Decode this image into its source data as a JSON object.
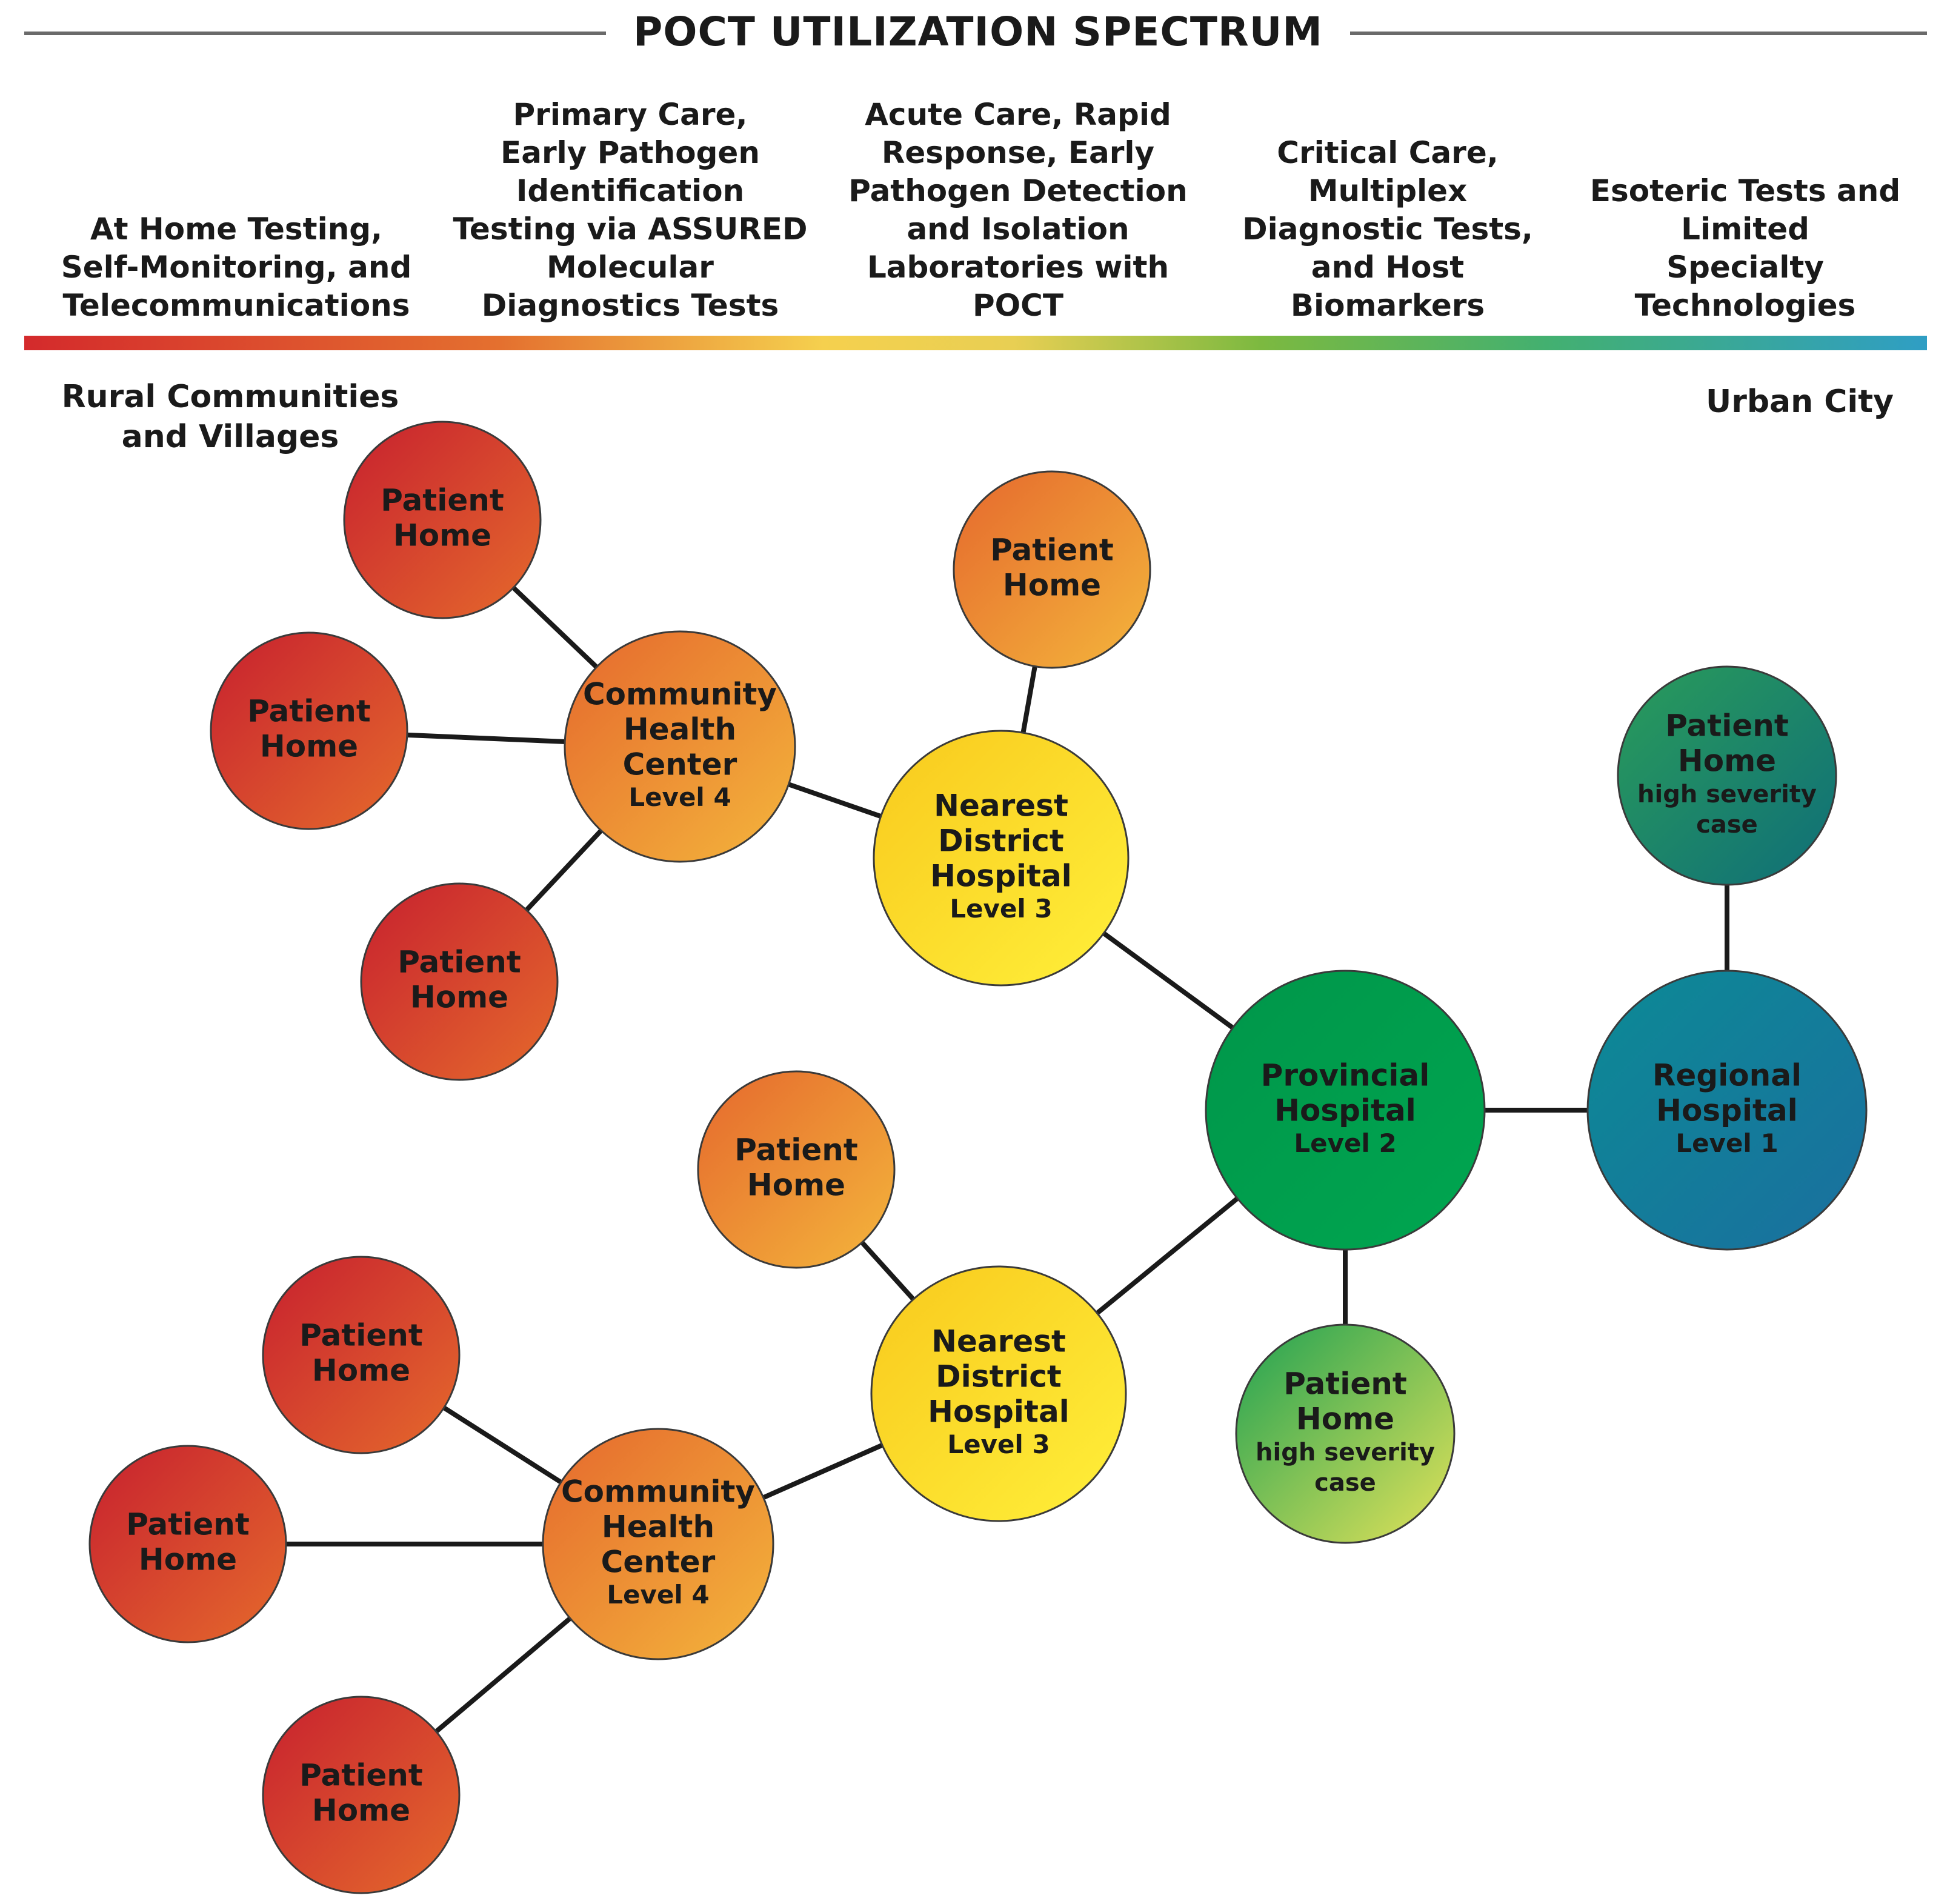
{
  "title": "POCT UTILIZATION SPECTRUM",
  "spectrum": [
    {
      "label": "At Home Testing,\nSelf-Monitoring, and\nTelecommunications"
    },
    {
      "label": "Primary Care,\nEarly Pathogen\nIdentification\nTesting via ASSURED\nMolecular\nDiagnostics Tests"
    },
    {
      "label": "Acute Care, Rapid\nResponse, Early\nPathogen Detection\nand Isolation\nLaboratories with\nPOCT"
    },
    {
      "label": "Critical Care,\nMultiplex\nDiagnostic Tests,\nand Host\nBiomarkers"
    },
    {
      "label": "Esoteric Tests and\nLimited\nSpecialty\nTechnologies"
    }
  ],
  "ends": {
    "left": "Rural Communities\nand Villages",
    "right": "Urban City"
  },
  "nodes": [
    {
      "id": "ph1",
      "lines": [
        "Patient",
        "Home"
      ],
      "sub": [],
      "fill": "red"
    },
    {
      "id": "ph2",
      "lines": [
        "Patient",
        "Home"
      ],
      "sub": [],
      "fill": "red"
    },
    {
      "id": "ph3",
      "lines": [
        "Patient",
        "Home"
      ],
      "sub": [],
      "fill": "red"
    },
    {
      "id": "chc1",
      "lines": [
        "Community",
        "Health",
        "Center"
      ],
      "sub": [
        "Level 4"
      ],
      "fill": "orange"
    },
    {
      "id": "ph4",
      "lines": [
        "Patient",
        "Home"
      ],
      "sub": [],
      "fill": "orange"
    },
    {
      "id": "ndh1",
      "lines": [
        "Nearest",
        "District",
        "Hospital"
      ],
      "sub": [
        "Level 3"
      ],
      "fill": "yellow"
    },
    {
      "id": "ph5",
      "lines": [
        "Patient",
        "Home"
      ],
      "sub": [
        "high severity",
        "case"
      ],
      "fill": "teal"
    },
    {
      "id": "prov",
      "lines": [
        "Provincial",
        "Hospital"
      ],
      "sub": [
        "Level 2"
      ],
      "fill": "green"
    },
    {
      "id": "reg",
      "lines": [
        "Regional",
        "Hospital"
      ],
      "sub": [
        "Level 1"
      ],
      "fill": "blue"
    },
    {
      "id": "ph6",
      "lines": [
        "Patient",
        "Home"
      ],
      "sub": [],
      "fill": "orange"
    },
    {
      "id": "ndh2",
      "lines": [
        "Nearest",
        "District",
        "Hospital"
      ],
      "sub": [
        "Level 3"
      ],
      "fill": "yellow"
    },
    {
      "id": "ph7",
      "lines": [
        "Patient",
        "Home"
      ],
      "sub": [
        "high severity",
        "case"
      ],
      "fill": "lime"
    },
    {
      "id": "ph8",
      "lines": [
        "Patient",
        "Home"
      ],
      "sub": [],
      "fill": "red"
    },
    {
      "id": "ph9",
      "lines": [
        "Patient",
        "Home"
      ],
      "sub": [],
      "fill": "red"
    },
    {
      "id": "chc2",
      "lines": [
        "Community",
        "Health",
        "Center"
      ],
      "sub": [
        "Level 4"
      ],
      "fill": "orange"
    },
    {
      "id": "ph10",
      "lines": [
        "Patient",
        "Home"
      ],
      "sub": [],
      "fill": "red"
    }
  ],
  "edges": [
    [
      "ph1",
      "chc1"
    ],
    [
      "ph2",
      "chc1"
    ],
    [
      "ph3",
      "chc1"
    ],
    [
      "chc1",
      "ndh1"
    ],
    [
      "ph4",
      "ndh1"
    ],
    [
      "ndh1",
      "prov"
    ],
    [
      "prov",
      "reg"
    ],
    [
      "ph5",
      "reg"
    ],
    [
      "prov",
      "ph7"
    ],
    [
      "prov",
      "ndh2"
    ],
    [
      "ph6",
      "ndh2"
    ],
    [
      "ndh2",
      "chc2"
    ],
    [
      "ph8",
      "chc2"
    ],
    [
      "ph9",
      "chc2"
    ],
    [
      "ph10",
      "chc2"
    ]
  ],
  "colors": {
    "red": [
      "#c7202f",
      "#e56a2c"
    ],
    "orange": [
      "#e5682d",
      "#f4b63c"
    ],
    "yellow": [
      "#f8c91d",
      "#fff03a"
    ],
    "teal": [
      "#2a9c5a",
      "#0f6e78"
    ],
    "green": [
      "#00964a",
      "#00a650"
    ],
    "blue": [
      "#0c8a95",
      "#1a6f9f"
    ],
    "lime": [
      "#1fa152",
      "#e4e35a"
    ]
  }
}
